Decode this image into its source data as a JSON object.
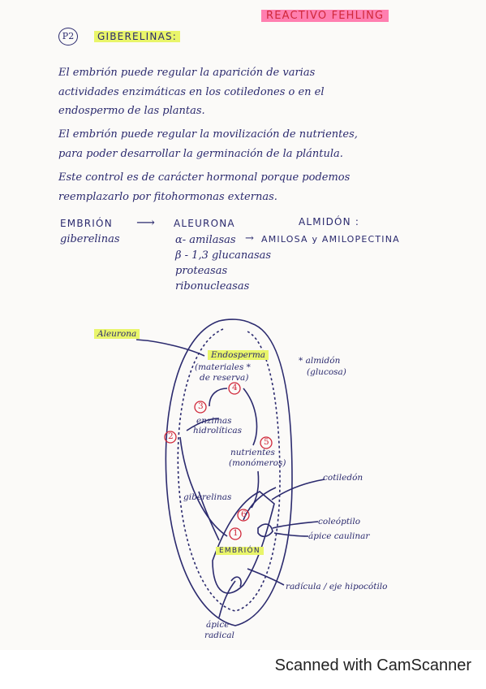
{
  "header": {
    "title": "REACTIVO FEHLING",
    "number": "P2",
    "heading": "GIBERELINAS:"
  },
  "paragraphs": [
    "El embrión puede regular la aparición de varias",
    "actividades enzimáticas en los cotiledones o en el",
    "endospermo de las plantas.",
    "El embrión puede regular la movilización de nutrientes,",
    "para poder desarrollar la germinación de la plántula.",
    "Este control es de carácter hormonal porque podemos",
    "reemplazarlo por fitohormonas externas."
  ],
  "scheme": {
    "left1": "EMBRIÓN",
    "left2": "giberelinas",
    "right1": "ALEURONA",
    "almidon_label": "ALMIDÓN :",
    "enzymes": [
      "α- amilasas",
      "β - 1,3 glucanasas",
      "proteasas",
      "ribonucleasas"
    ],
    "products": "AMILOSA y AMILOPECTINA"
  },
  "diagram": {
    "aleurona": "Aleurona",
    "endosperm": "Endosperma",
    "endosperm_note1": "(materiales *",
    "endosperm_note2": "de reserva)",
    "almidon1": "* almidón",
    "almidon2": "(glucosa)",
    "enzimas1": "enzimas",
    "enzimas2": "hidrolíticas",
    "nutrientes1": "nutrientes",
    "nutrientes2": "(monómeros)",
    "giberelinas": "giberelinas",
    "cotiledon": "cotiledón",
    "coleoptilo": "coleóptilo",
    "apice_caulinar": "ápice caulinar",
    "embrion": "EMBRIÓN",
    "radicula": "radícula / eje hipocótilo",
    "apice_radical1": "ápice",
    "apice_radical2": "radical",
    "steps": [
      "1",
      "2",
      "3",
      "4",
      "5",
      "6"
    ]
  },
  "footer": "Scanned with CamScanner"
}
